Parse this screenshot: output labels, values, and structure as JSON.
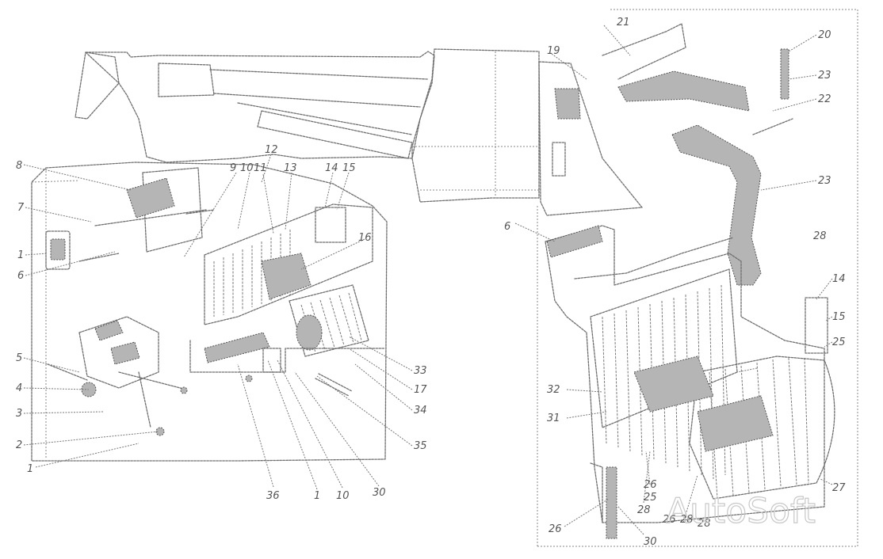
{
  "watermark": "AutoSoft",
  "left_view": {
    "callouts": [
      "8",
      "7",
      "1",
      "6",
      "5",
      "4",
      "3",
      "2",
      "1",
      "9",
      "10",
      "11",
      "12",
      "13",
      "14",
      "15",
      "16",
      "33",
      "17",
      "34",
      "35",
      "36",
      "1",
      "10",
      "30"
    ]
  },
  "right_view": {
    "callouts": [
      "21",
      "20",
      "23",
      "22",
      "23",
      "19",
      "6",
      "28",
      "14",
      "15",
      "25",
      "32",
      "31",
      "26",
      "25",
      "28",
      "26",
      "28",
      "28",
      "26",
      "27",
      "30"
    ]
  }
}
